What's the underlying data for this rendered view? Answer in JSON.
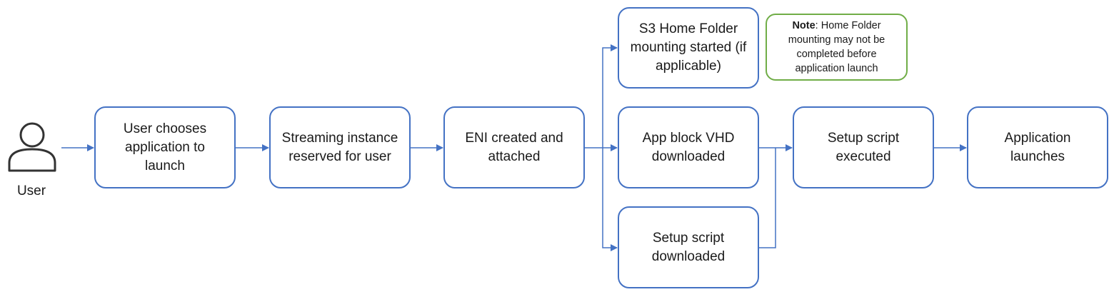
{
  "actor": {
    "label": "User"
  },
  "nodes": {
    "choose": "User chooses application to launch",
    "reserve": "Streaming instance reserved for user",
    "eni": "ENI created and attached",
    "s3": "S3 Home Folder mounting started (if applicable)",
    "appblock": "App block VHD downloaded",
    "setup_dl": "Setup script downloaded",
    "setup_exec": "Setup script executed",
    "launch": "Application launches"
  },
  "note": {
    "label": "Note",
    "text": ": Home Folder mounting may not be completed before application launch"
  },
  "colors": {
    "box_border": "#4472c4",
    "arrow": "#4472c4",
    "note_border": "#70ad47"
  }
}
